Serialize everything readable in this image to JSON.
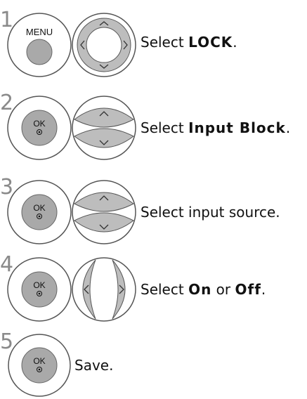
{
  "steps": [
    {
      "number": "1",
      "button": "MENU",
      "pad": "4-way-nav-pad",
      "caption": {
        "pre": "Select ",
        "bold": "LOCK",
        "post": "."
      }
    },
    {
      "number": "2",
      "button": "OK",
      "pad": "up-down-pad",
      "caption": {
        "pre": "Select ",
        "bold": "Input Block",
        "post": "."
      }
    },
    {
      "number": "3",
      "button": "OK",
      "pad": "up-down-pad",
      "caption": {
        "pre": "Select input source.",
        "bold": "",
        "post": ""
      }
    },
    {
      "number": "4",
      "button": "OK",
      "pad": "left-right-pad",
      "caption": {
        "pre": "Select ",
        "bold": "On",
        "mid": " or ",
        "bold2": "Off",
        "post": "."
      }
    },
    {
      "number": "5",
      "button": "OK",
      "pad": "none",
      "caption": {
        "pre": "Save.",
        "bold": "",
        "post": ""
      }
    }
  ],
  "colors": {
    "button_fill": "#a9a9a9",
    "pad_fill": "#bdbdbd",
    "outline": "#555555",
    "step_number": "#8a8a8a"
  }
}
